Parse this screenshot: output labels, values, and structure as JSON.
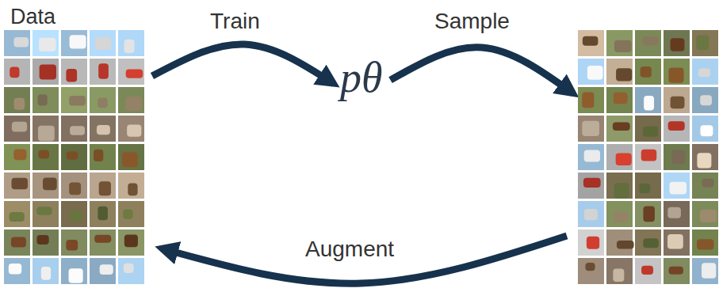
{
  "diagram": {
    "nodes": [
      {
        "text": [
          "Data"
        ]
      },
      {
        "text": [
          "pθ"
        ]
      },
      {
        "text": []
      }
    ],
    "edges": [
      {
        "from": 0,
        "to": 1,
        "arrow": "to",
        "label": "Train"
      },
      {
        "from": 1,
        "to": 2,
        "arrow": "to",
        "label": "Sample"
      },
      {
        "from": 2,
        "to": 0,
        "arrow": "to",
        "label": "Augment"
      }
    ]
  }
}
